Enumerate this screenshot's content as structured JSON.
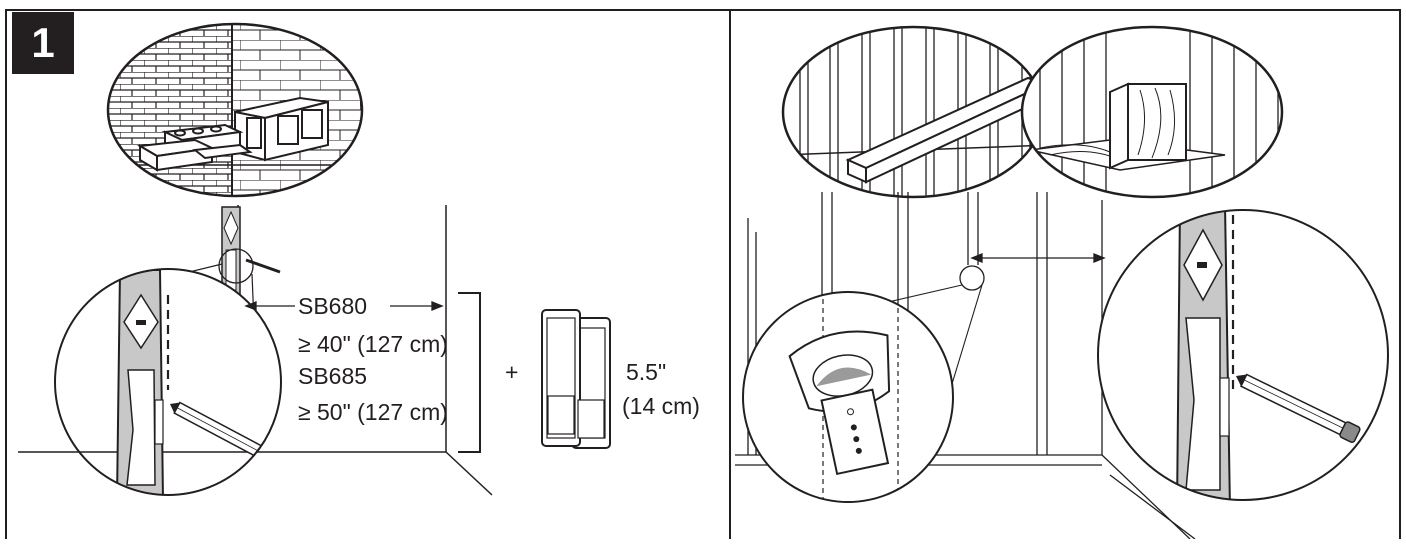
{
  "step": "1",
  "left_panel": {
    "model_a": "SB680",
    "dim_a": "≥ 40\" (127 cm)",
    "model_b": "SB685",
    "dim_b": "≥ 50\" (127 cm)",
    "plus": "+",
    "bracket_len_in": "5.5\"",
    "bracket_len_cm": "(14 cm)",
    "wall_types": [
      "brick",
      "concrete-block"
    ]
  },
  "right_panel": {
    "wall_types": [
      "metal-stud",
      "wood-stud"
    ]
  },
  "colors": {
    "line": "#231f20",
    "gray": "#c8c8c8",
    "dark_gray": "#8a8a8a",
    "badge": "#231f20"
  }
}
